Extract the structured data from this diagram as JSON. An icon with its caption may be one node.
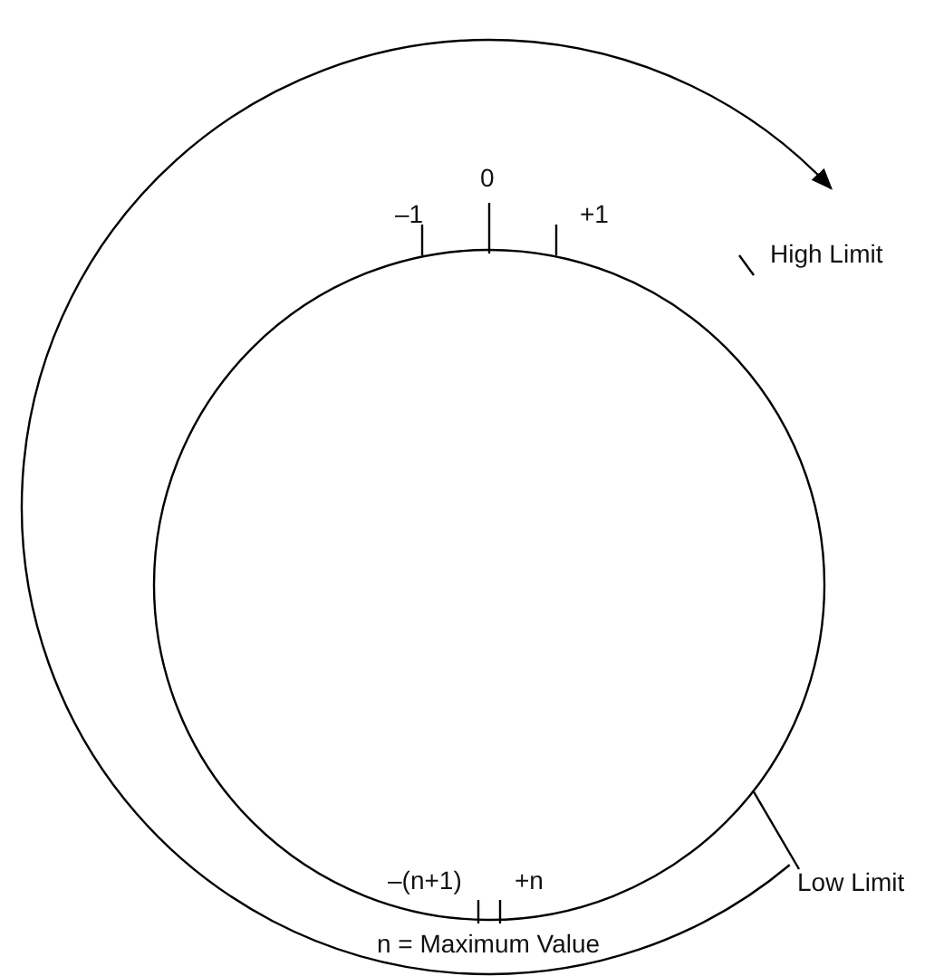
{
  "diagram": {
    "nodes": [
      {
        "text": [],
        "shape": "circle"
      },
      {
        "text": [
          "Low Limit"
        ]
      }
    ],
    "edges": [
      {
        "from": 1,
        "to": 0,
        "arrow": "none"
      }
    ],
    "labels": [
      "0",
      "–1",
      "+1",
      "High Limit",
      "–(n+1)",
      "+n",
      "n = Maximum Value"
    ]
  }
}
